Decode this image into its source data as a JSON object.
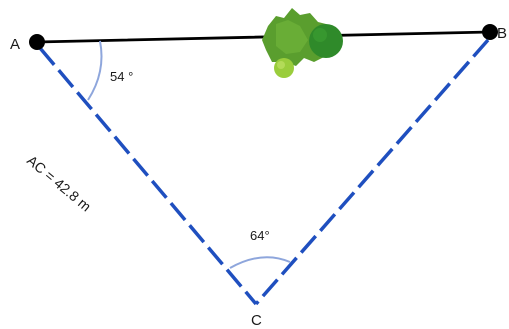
{
  "points": {
    "a": "A",
    "b": "B",
    "c": "C"
  },
  "angles": {
    "at_a": "54 °",
    "at_c": "64°"
  },
  "sides": {
    "ac": "AC = 42.8 m"
  },
  "colors": {
    "dashed_side": "#1f4fbf",
    "angle_arc": "#8ea6dc",
    "solid_side": "#000000",
    "tree_dark": "#2f8a2a",
    "tree_mid": "#5a9e2e",
    "tree_light": "#9acd3c"
  },
  "icons": {
    "obstacle": "tree-bush-icon"
  }
}
